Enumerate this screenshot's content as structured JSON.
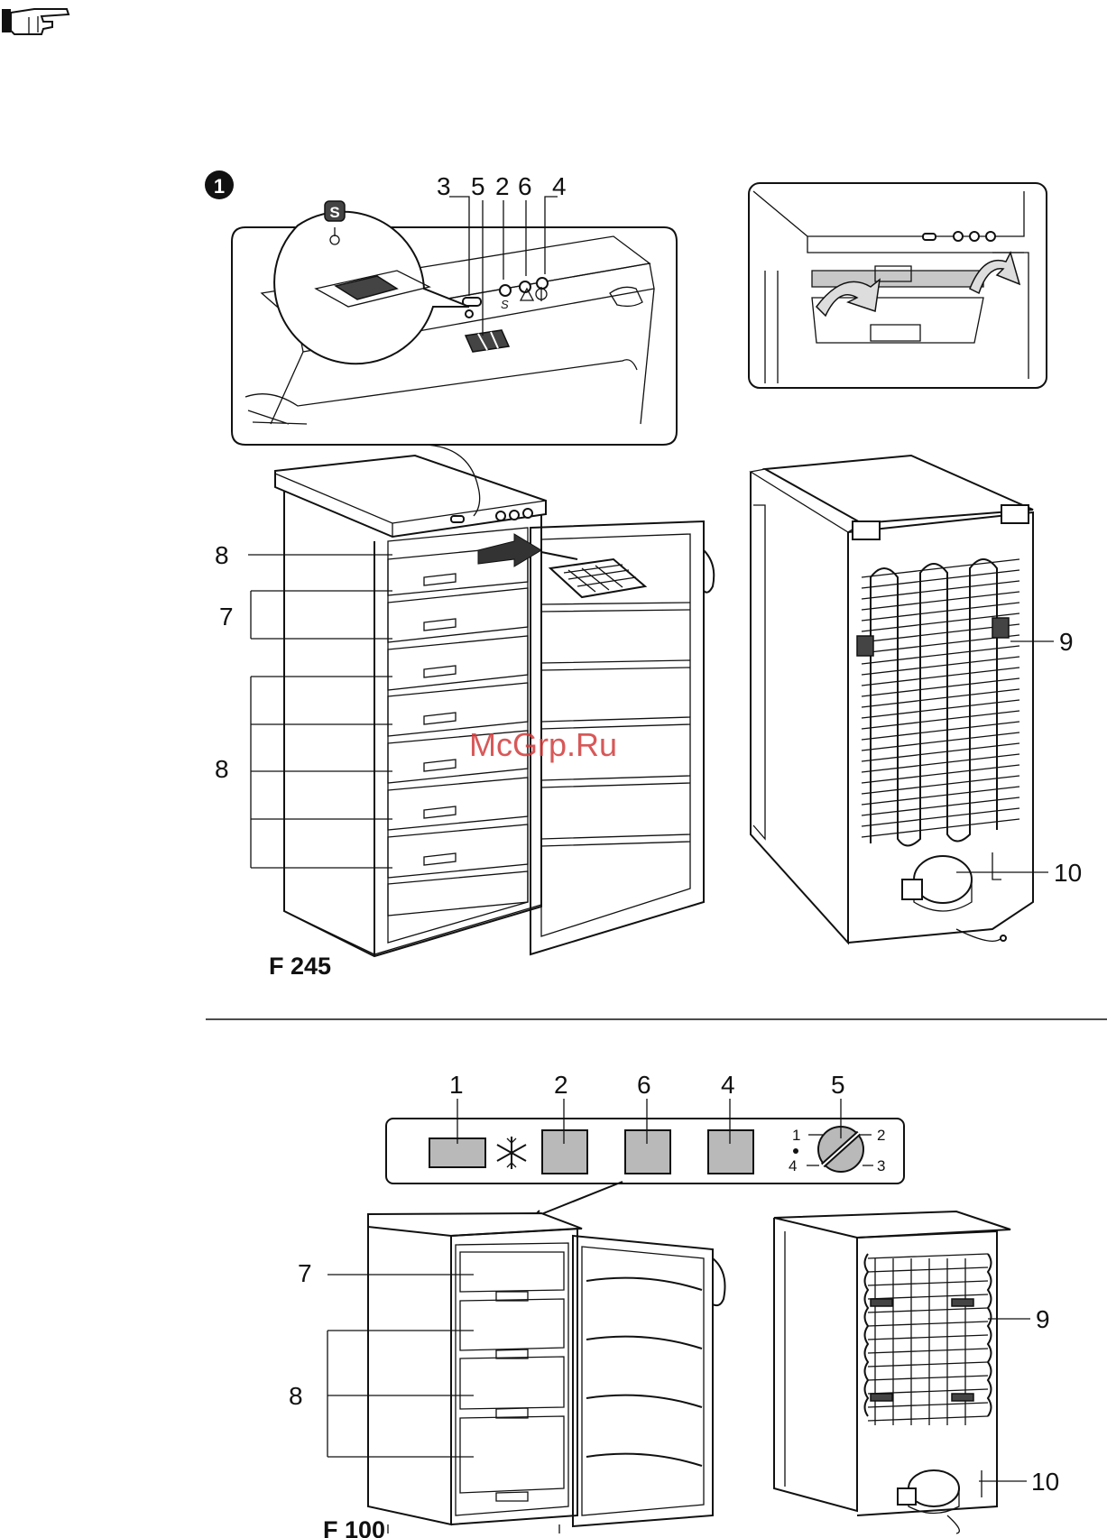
{
  "figure": {
    "number": "1"
  },
  "watermark": "McGrp.Ru",
  "f245": {
    "model": "F 245",
    "panel_callouts": [
      "3",
      "5",
      "2",
      "6",
      "4"
    ],
    "panel_symbol_s": "S",
    "side_labels": {
      "top8": "8",
      "seven": "7",
      "mid8": "8",
      "nine": "9",
      "ten": "10"
    }
  },
  "f100": {
    "model": "F 100",
    "panel_callouts": [
      "1",
      "2",
      "6",
      "4",
      "5"
    ],
    "dial_marks": [
      "1",
      "2",
      "4",
      "3"
    ],
    "side_labels": {
      "seven": "7",
      "eight": "8",
      "nine": "9",
      "ten": "10"
    }
  }
}
